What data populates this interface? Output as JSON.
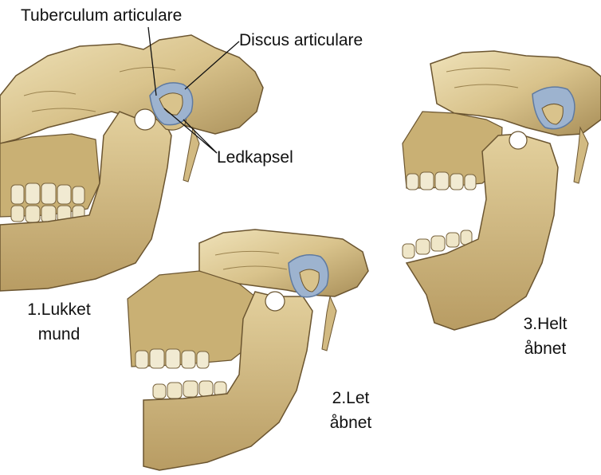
{
  "labels": {
    "tuberculum": "Tuberculum articulare",
    "discus": "Discus articulare",
    "ledkapsel": "Ledkapsel"
  },
  "states": [
    {
      "line1": "1.Lukket",
      "line2": "mund"
    },
    {
      "line1": "2.Let",
      "line2": "åbnet"
    },
    {
      "line1": "3.Helt",
      "line2": "åbnet"
    }
  ],
  "colors": {
    "bone": "#d9c38c",
    "bone_shadow": "#9c8450",
    "bone_dark": "#6b5530",
    "bone_light": "#efe2b9",
    "capsule": "#9db3cf",
    "capsule_dark": "#5f7aa0",
    "teeth": "#f1ead2",
    "background": "#ffffff"
  }
}
